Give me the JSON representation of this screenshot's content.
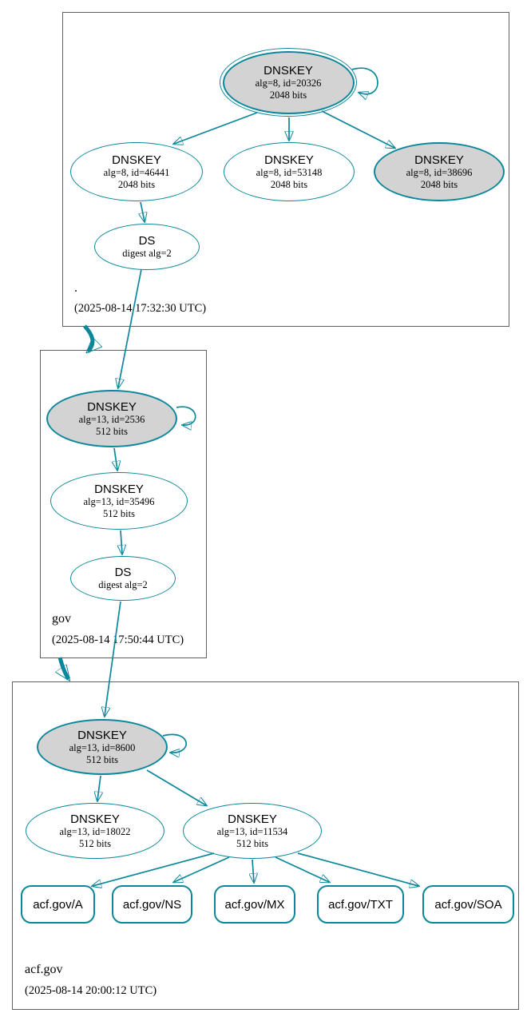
{
  "colors": {
    "accent": "#0a879a",
    "ksk_fill": "#d3d3d3",
    "box_border": "#606060"
  },
  "zones": [
    {
      "name": ".",
      "timestamp": "(2025-08-14 17:32:30 UTC)",
      "ksk": {
        "title": "DNSKEY",
        "alg": "alg=8, id=20326",
        "bits": "2048 bits"
      },
      "keys": [
        {
          "title": "DNSKEY",
          "alg": "alg=8, id=46441",
          "bits": "2048 bits"
        },
        {
          "title": "DNSKEY",
          "alg": "alg=8, id=53148",
          "bits": "2048 bits"
        },
        {
          "title": "DNSKEY",
          "alg": "alg=8, id=38696",
          "bits": "2048 bits"
        }
      ],
      "ds": {
        "title": "DS",
        "detail": "digest alg=2"
      }
    },
    {
      "name": "gov",
      "timestamp": "(2025-08-14 17:50:44 UTC)",
      "ksk": {
        "title": "DNSKEY",
        "alg": "alg=13, id=2536",
        "bits": "512 bits"
      },
      "keys": [
        {
          "title": "DNSKEY",
          "alg": "alg=13, id=35496",
          "bits": "512 bits"
        }
      ],
      "ds": {
        "title": "DS",
        "detail": "digest alg=2"
      }
    },
    {
      "name": "acf.gov",
      "timestamp": "(2025-08-14 20:00:12 UTC)",
      "ksk": {
        "title": "DNSKEY",
        "alg": "alg=13, id=8600",
        "bits": "512 bits"
      },
      "keys": [
        {
          "title": "DNSKEY",
          "alg": "alg=13, id=18022",
          "bits": "512 bits"
        },
        {
          "title": "DNSKEY",
          "alg": "alg=13, id=11534",
          "bits": "512 bits"
        }
      ],
      "rrsets": [
        {
          "label": "acf.gov/A"
        },
        {
          "label": "acf.gov/NS"
        },
        {
          "label": "acf.gov/MX"
        },
        {
          "label": "acf.gov/TXT"
        },
        {
          "label": "acf.gov/SOA"
        }
      ]
    }
  ]
}
